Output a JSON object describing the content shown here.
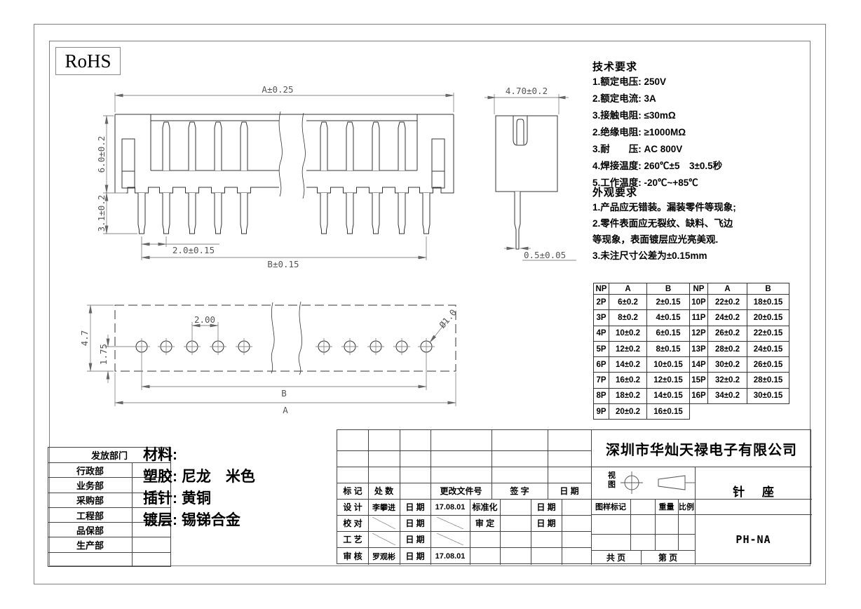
{
  "rohs_label": "RoHS",
  "tech_requirements": {
    "title": "技术要求",
    "items": [
      "1.额定电压: 250V",
      "2.额定电流: 3A",
      "3.接触电阻: ≤30mΩ",
      "2.绝缘电阻: ≥1000MΩ",
      "3.耐　　压: AC 800V",
      "4.焊接温度: 260℃±5　3±0.5秒",
      "5.工作温度: -20℃~+85℃"
    ]
  },
  "appearance_requirements": {
    "title": "外观要求",
    "items": [
      "1.产品应无错装。漏装零件等现象;",
      "2.零件表面应无裂纹、缺料、飞边",
      "等现象，表面镀层应光亮美观.",
      "3.未注尺寸公差为±0.15mm"
    ]
  },
  "dimensions": {
    "front": {
      "width": "A±0.25",
      "height_upper": "6.0±0.2",
      "height_lower": "3.1±0.2",
      "pin_pitch": "2.0±0.15",
      "pin_span": "B±0.15"
    },
    "side": {
      "width": "4.70±0.2",
      "pin_width": "0.5±0.05"
    },
    "bottom": {
      "height": "4.7",
      "hole_offset": "1.75",
      "hole_pitch": "2.00",
      "hole_dia": "Ø1.0",
      "span_b": "B",
      "span_a": "A"
    }
  },
  "size_table": {
    "left": [
      [
        "NP",
        "A",
        "B"
      ],
      [
        "2P",
        "6±0.2",
        "2±0.15"
      ],
      [
        "3P",
        "8±0.2",
        "4±0.15"
      ],
      [
        "4P",
        "10±0.2",
        "6±0.15"
      ],
      [
        "5P",
        "12±0.2",
        "8±0.15"
      ],
      [
        "6P",
        "14±0.2",
        "10±0.15"
      ],
      [
        "7P",
        "16±0.2",
        "12±0.15"
      ],
      [
        "8P",
        "18±0.2",
        "14±0.15"
      ],
      [
        "9P",
        "20±0.2",
        "16±0.15"
      ]
    ],
    "right": [
      [
        "NP",
        "A",
        "B"
      ],
      [
        "10P",
        "22±0.2",
        "18±0.15"
      ],
      [
        "11P",
        "24±0.2",
        "20±0.15"
      ],
      [
        "12P",
        "26±0.2",
        "22±0.15"
      ],
      [
        "13P",
        "28±0.2",
        "24±0.15"
      ],
      [
        "14P",
        "30±0.2",
        "26±0.15"
      ],
      [
        "15P",
        "32±0.2",
        "28±0.15"
      ],
      [
        "16P",
        "34±0.2",
        "30±0.15"
      ]
    ]
  },
  "departments": {
    "header": "发放部门",
    "items": [
      "行政部",
      "业务部",
      "采购部",
      "工程部",
      "品保部",
      "生产部"
    ]
  },
  "materials": {
    "title": "材料:",
    "lines": [
      "塑胶: 尼龙　米色",
      "插针: 黄铜",
      "镀层: 锡锑合金"
    ]
  },
  "title_block": {
    "company": "深圳市华灿天禄电子有限公司",
    "part_name": "针 座",
    "part_code": "PH-NA",
    "view_label": "视图",
    "stamp_label": "图样标记",
    "weight_label": "重量",
    "scale_label": "比例",
    "pages_total": "共 页",
    "pages_num": "第 页",
    "rev": {
      "mark": "标 记",
      "count": "处 数",
      "doc": "更改文件号",
      "sign": "签 字",
      "date": "日 期"
    },
    "design": {
      "label": "设 计",
      "name": "李攀进",
      "date_label": "日 期",
      "date": "17.08.01"
    },
    "standard": {
      "label": "标准化",
      "date_label": "日 期"
    },
    "check": {
      "label": "校 对",
      "date_label": "日 期"
    },
    "approve": {
      "label": "审 定",
      "date_label": "日 期"
    },
    "craft": {
      "label": "工 艺",
      "date_label": "日 期"
    },
    "audit": {
      "label": "审 核",
      "name": "罗观彬",
      "date_label": "日 期",
      "date": "17.08.01"
    }
  }
}
